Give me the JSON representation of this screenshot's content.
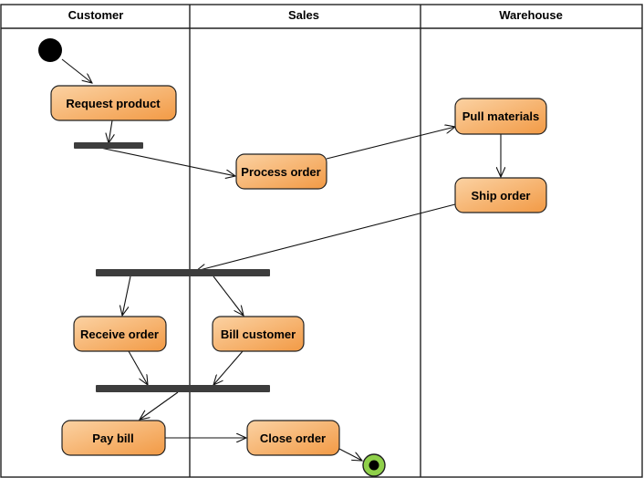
{
  "swimlanes": [
    {
      "id": "customer",
      "title": "Customer"
    },
    {
      "id": "sales",
      "title": "Sales"
    },
    {
      "id": "warehouse",
      "title": "Warehouse"
    }
  ],
  "actions": {
    "request_product": "Request product",
    "process_order": "Process order",
    "pull_materials": "Pull materials",
    "ship_order": "Ship order",
    "receive_order": "Receive order",
    "bill_customer": "Bill customer",
    "pay_bill": "Pay bill",
    "close_order": "Close order"
  },
  "colors": {
    "action_fill_top": "#fbd2a3",
    "action_fill_bottom": "#f29a45",
    "action_stroke": "#222222",
    "sync_bar": "#3d3d3d",
    "final_outer": "#8fd04a",
    "initial_node": "#000000"
  }
}
